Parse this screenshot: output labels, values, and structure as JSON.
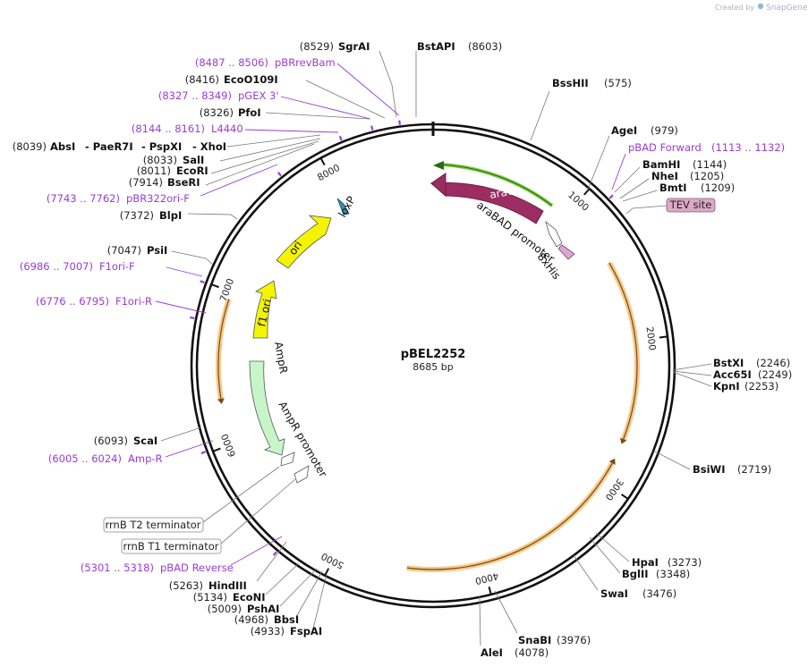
{
  "watermark": {
    "prefix": "Created by",
    "brand": "SnapGene"
  },
  "plasmid": {
    "name": "pBEL2252",
    "size_label": "8685 bp",
    "length": 8685
  },
  "colors": {
    "arac": "#9c2d62",
    "ori": "#f4f400",
    "ampr": "#c8f5c8",
    "terminator": "#f4a64a",
    "primer": "#9a3bd6",
    "backbone": "#111111"
  },
  "ticks": [
    {
      "pos": 1000,
      "label": "1000"
    },
    {
      "pos": 2000,
      "label": "2000"
    },
    {
      "pos": 3000,
      "label": "3000"
    },
    {
      "pos": 4000,
      "label": "4000"
    },
    {
      "pos": 5000,
      "label": "5000"
    },
    {
      "pos": 6000,
      "label": "6000"
    },
    {
      "pos": 7000,
      "label": "7000"
    },
    {
      "pos": 8000,
      "label": "8000"
    }
  ],
  "features": [
    {
      "name": "araC",
      "type": "arrow",
      "start": 300,
      "end": 1170,
      "dir": -1
    },
    {
      "name": "araBAD promoter",
      "type": "label",
      "pos": 1230
    },
    {
      "name": "8xHis",
      "type": "label",
      "pos": 1280
    },
    {
      "name": "ori",
      "type": "arrow",
      "start": 7700,
      "end": 8150,
      "dir": 1
    },
    {
      "name": "f1 ori",
      "type": "arrow",
      "start": 7150,
      "end": 7430,
      "dir": 1
    },
    {
      "name": "AmpR",
      "type": "arrow",
      "start": 6030,
      "end": 6930,
      "dir": -1
    },
    {
      "name": "AmpR promoter",
      "type": "label",
      "pos": 5900
    },
    {
      "name": "loxP",
      "type": "label",
      "pos": 8440
    }
  ],
  "sites": [
    {
      "name": "SgrAI",
      "pos": "(8529)"
    },
    {
      "name": "BstAPI",
      "pos": "(8603)"
    },
    {
      "name": "pBRrevBam",
      "pos": "(8487 .. 8506)",
      "primer": true
    },
    {
      "name": "EcoO109I",
      "pos": "(8416)"
    },
    {
      "name": "pGEX 3'",
      "pos": "(8327 .. 8349)",
      "primer": true
    },
    {
      "name": "PfoI",
      "pos": "(8326)"
    },
    {
      "name": "L4440",
      "pos": "(8144 .. 8161)",
      "primer": true
    },
    {
      "name": "AbsI",
      "pos": "(8039)"
    },
    {
      "name": "- PaeR7I",
      "pos": ""
    },
    {
      "name": "- PspXI",
      "pos": ""
    },
    {
      "name": "- XhoI",
      "pos": ""
    },
    {
      "name": "SalI",
      "pos": "(8033)"
    },
    {
      "name": "EcoRI",
      "pos": "(8011)"
    },
    {
      "name": "BseRI",
      "pos": "(7914)"
    },
    {
      "name": "pBR322ori-F",
      "pos": "(7743 .. 7762)",
      "primer": true
    },
    {
      "name": "BlpI",
      "pos": "(7372)"
    },
    {
      "name": "PsiI",
      "pos": "(7047)"
    },
    {
      "name": "F1ori-F",
      "pos": "(6986 .. 7007)",
      "primer": true
    },
    {
      "name": "F1ori-R",
      "pos": "(6776 .. 6795)",
      "primer": true
    },
    {
      "name": "ScaI",
      "pos": "(6093)"
    },
    {
      "name": "Amp-R",
      "pos": "(6005 .. 6024)",
      "primer": true
    },
    {
      "name": "rrnB T2 terminator",
      "pos": "",
      "box": true
    },
    {
      "name": "rrnB T1 terminator",
      "pos": "",
      "box": true
    },
    {
      "name": "pBAD Reverse",
      "pos": "(5301 .. 5318)",
      "primer": true
    },
    {
      "name": "HindIII",
      "pos": "(5263)"
    },
    {
      "name": "EcoNI",
      "pos": "(5134)"
    },
    {
      "name": "PshAI",
      "pos": "(5009)"
    },
    {
      "name": "BbsI",
      "pos": "(4968)"
    },
    {
      "name": "FspAI",
      "pos": "(4933)"
    },
    {
      "name": "BssHII",
      "pos": "(575)"
    },
    {
      "name": "AgeI",
      "pos": "(979)"
    },
    {
      "name": "pBAD Forward",
      "pos": "(1113 .. 1132)",
      "primer": true
    },
    {
      "name": "BamHI",
      "pos": "(1144)"
    },
    {
      "name": "NheI",
      "pos": "(1205)"
    },
    {
      "name": "BmtI",
      "pos": "(1209)"
    },
    {
      "name": "TEV site",
      "pos": "",
      "box": true
    },
    {
      "name": "BstXI",
      "pos": "(2246)"
    },
    {
      "name": "Acc65I",
      "pos": "(2249)"
    },
    {
      "name": "KpnI",
      "pos": "(2253)"
    },
    {
      "name": "BsiWI",
      "pos": "(2719)"
    },
    {
      "name": "HpaI",
      "pos": "(3273)"
    },
    {
      "name": "BglII",
      "pos": "(3348)"
    },
    {
      "name": "SwaI",
      "pos": "(3476)"
    },
    {
      "name": "SnaBI",
      "pos": "(3976)"
    },
    {
      "name": "AleI",
      "pos": "(4078)"
    }
  ]
}
